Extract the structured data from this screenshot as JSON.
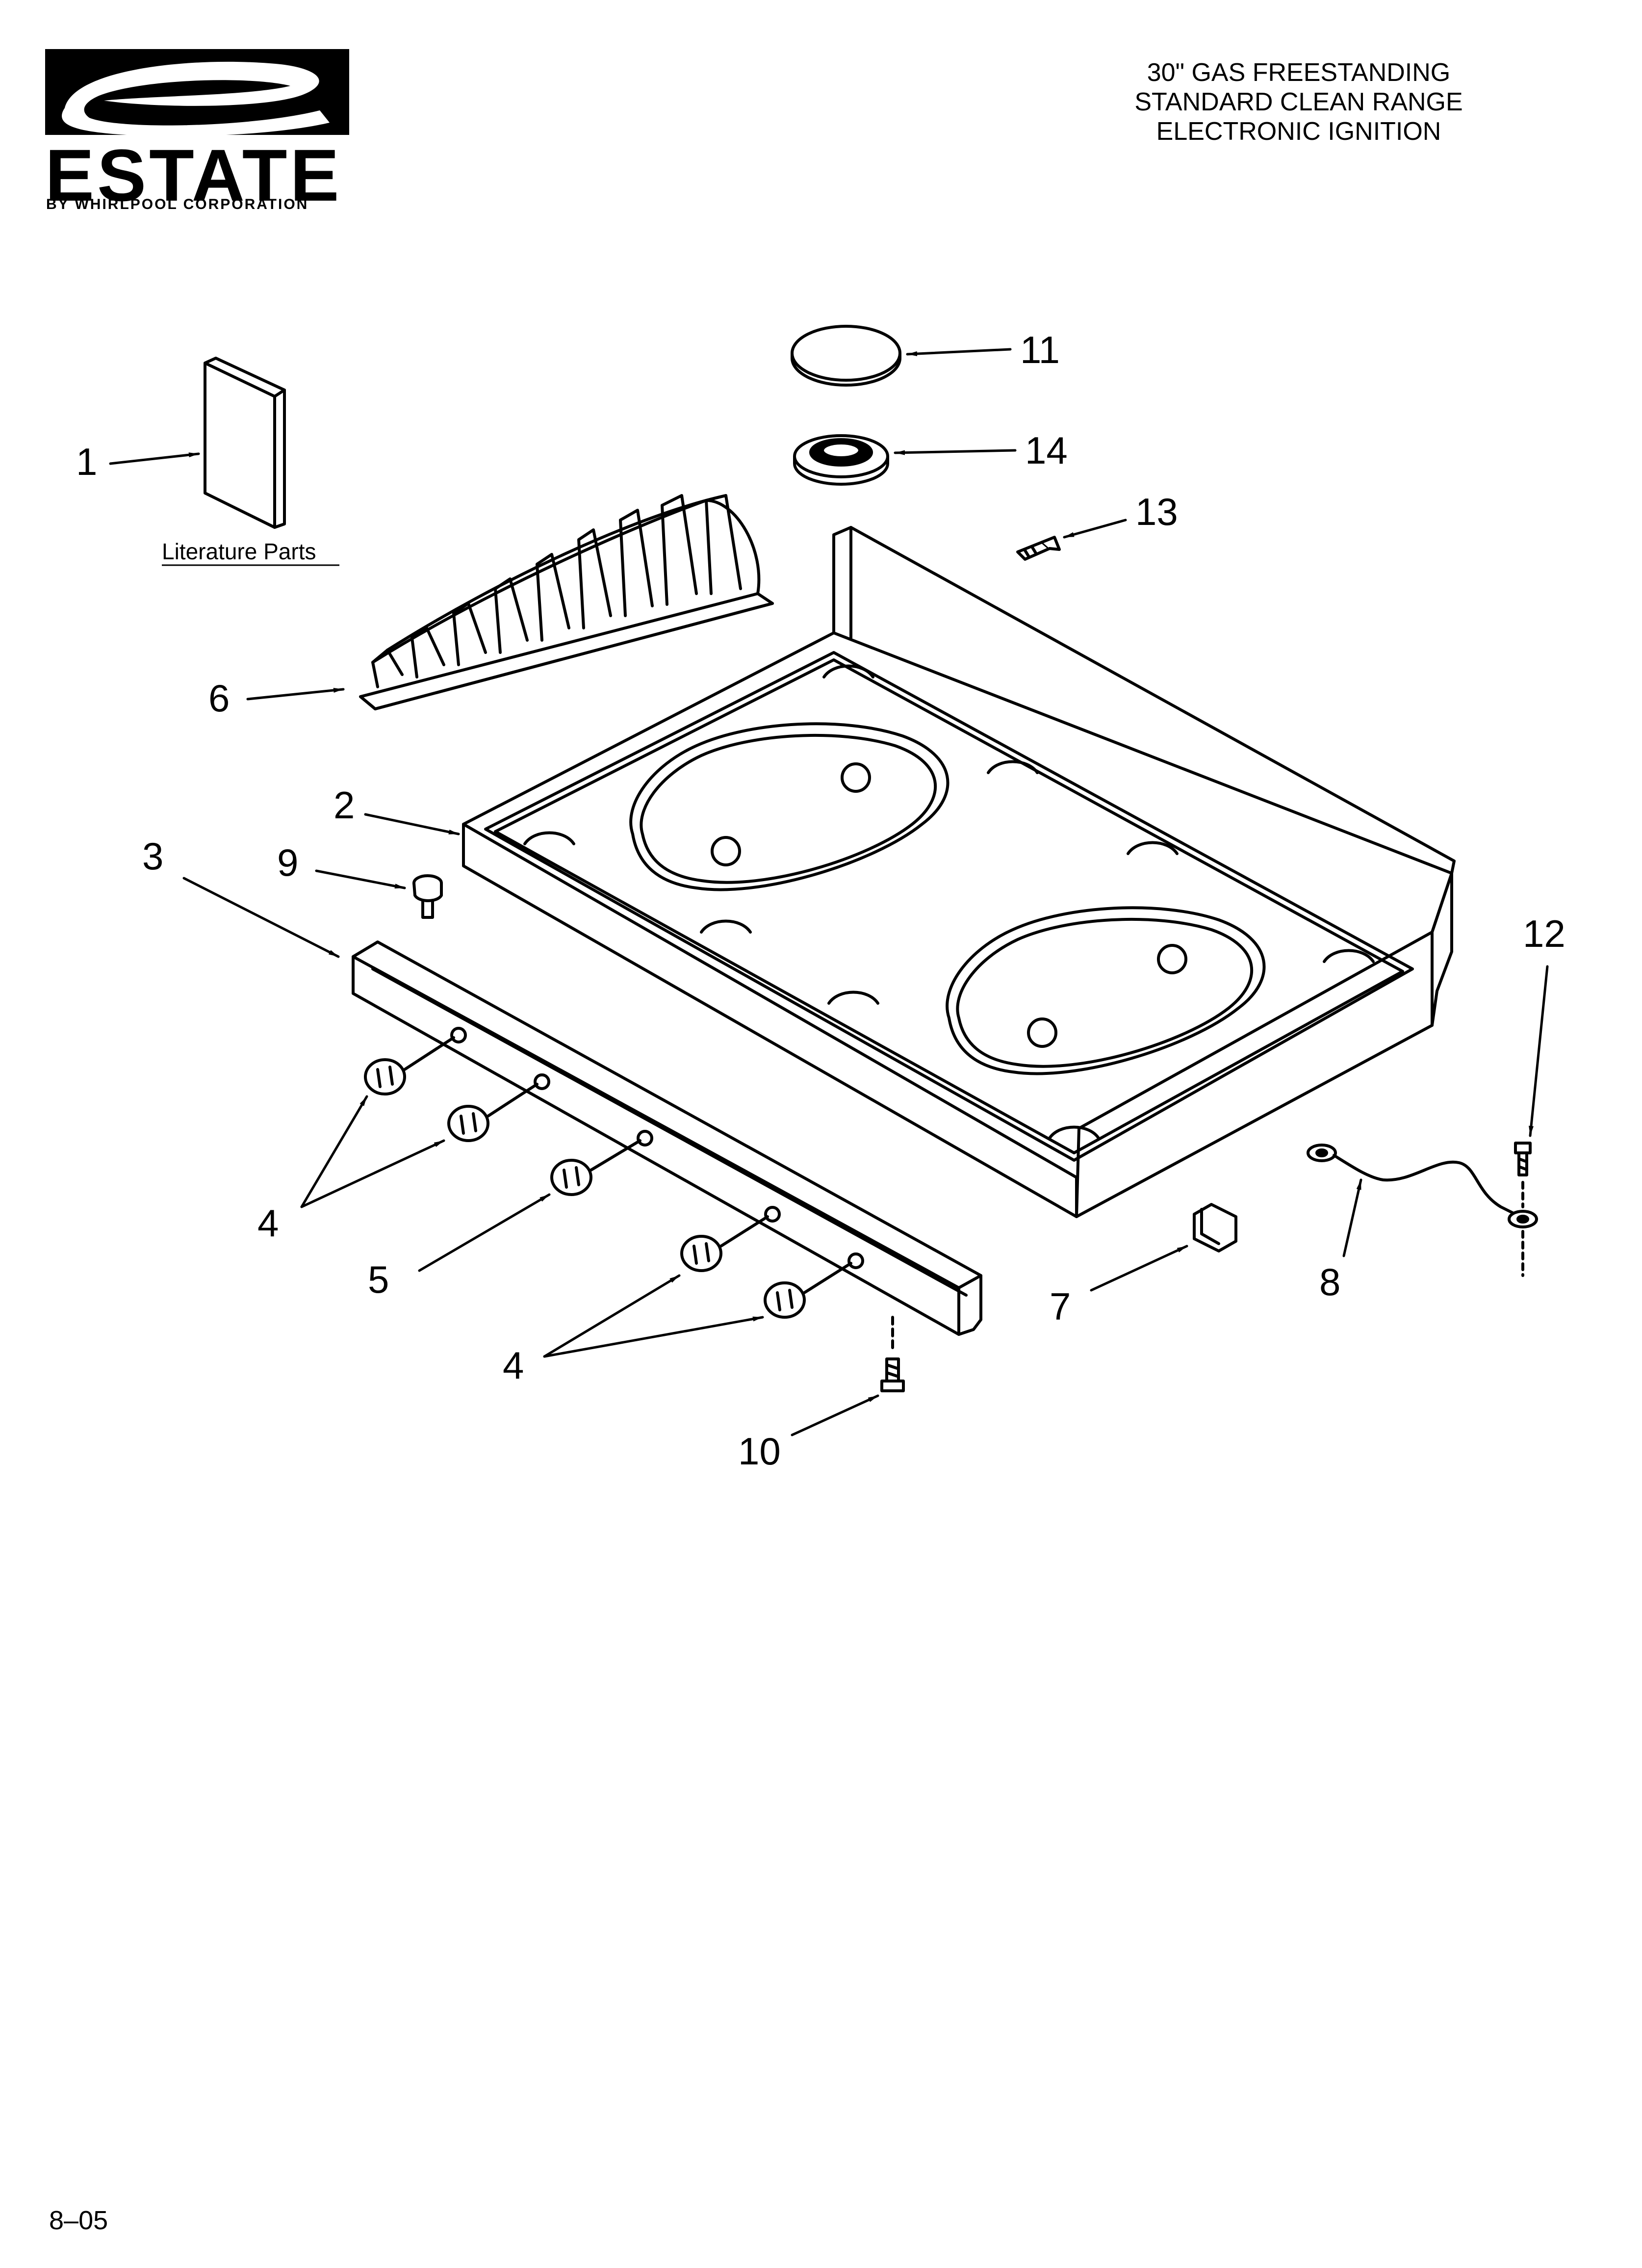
{
  "brand": {
    "name": "ESTATE",
    "subtitle": "BY WHIRLPOOL CORPORATION"
  },
  "header": {
    "lines": [
      "30\" GAS FREESTANDING",
      "STANDARD CLEAN RANGE",
      "ELECTRONIC IGNITION"
    ]
  },
  "callouts": {
    "c1": "1",
    "c2": "2",
    "c3": "3",
    "c4a": "4",
    "c4b": "4",
    "c5": "5",
    "c6": "6",
    "c7": "7",
    "c8": "8",
    "c9": "9",
    "c10": "10",
    "c11": "11",
    "c12": "12",
    "c13": "13",
    "c14": "14"
  },
  "literature_label": "Literature Parts",
  "footer": {
    "date_code": "8–05"
  }
}
